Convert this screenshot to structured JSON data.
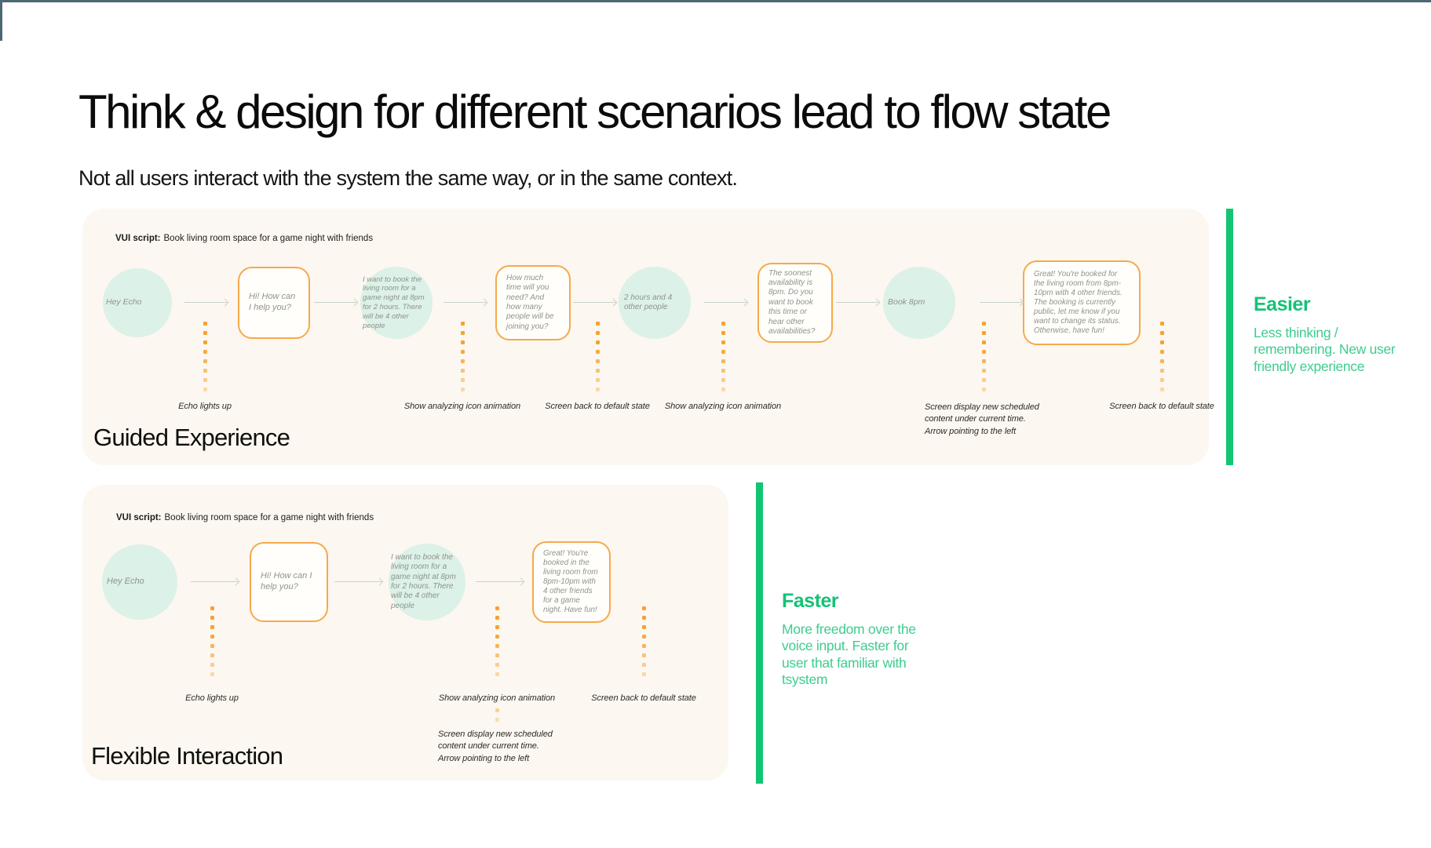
{
  "header": {
    "title": "Think & design for different scenarios lead to flow state",
    "subtitle": "Not all users interact with the system the same way, or in the same context."
  },
  "colors": {
    "accent_green_bar": "#12C573",
    "callout_heading_green": "#16C176",
    "callout_body_green": "#3ECC8E",
    "accent_orange": "#F6A22E",
    "system_box_border_orange": "#F6A94B",
    "user_circle_mint": "#DCF1E7",
    "panel_background": "#FCF7F0",
    "frame_edge": "#4C6873"
  },
  "panels": [
    {
      "title": "Guided Experience",
      "script_label": "VUI script:",
      "script_text": "Book living room space for a game night with friends",
      "nodes": [
        {
          "speaker": "user",
          "text": "Hey Echo"
        },
        {
          "speaker": "system",
          "text": "Hi! How can I help you?"
        },
        {
          "speaker": "user",
          "text": "I want to book the living room for a game night at 8pm for 2 hours. There will be 4 other people"
        },
        {
          "speaker": "system",
          "text": "How much time will you need? And how many people will be joining you?"
        },
        {
          "speaker": "user",
          "text": "2 hours and 4 other people"
        },
        {
          "speaker": "system",
          "text": "The soonest availability is 8pm. Do you want to book this time or hear other availabilities?"
        },
        {
          "speaker": "user",
          "text": "Book 8pm"
        },
        {
          "speaker": "system",
          "text": "Great! You're booked for the living room from 8pm-10pm with 4 other friends. The booking is currently public, let me know if you want to change its status. Otherwise, have fun!"
        }
      ],
      "annotations": [
        "Echo lights up",
        "Show analyzing icon animation",
        "Screen back to default state",
        "Show analyzing icon animation",
        "Screen display new scheduled content under current time. Arrow pointing to the left",
        "Screen back to default state"
      ]
    },
    {
      "title": "Flexible Interaction",
      "script_label": "VUI script:",
      "script_text": "Book living room space for a game night with friends",
      "nodes": [
        {
          "speaker": "user",
          "text": "Hey Echo"
        },
        {
          "speaker": "system",
          "text": "Hi! How can I help you?"
        },
        {
          "speaker": "user",
          "text": "I want to book the living room for a game night at 8pm for 2 hours. There will be 4 other people"
        },
        {
          "speaker": "system",
          "text": "Great! You're booked in the living room from 8pm-10pm with 4 other friends for a game night. Have fun!"
        }
      ],
      "annotations": [
        "Echo lights up",
        "Show analyzing icon animation",
        "Screen back to default state"
      ],
      "extra_annotation": "Screen display new scheduled content under current time. Arrow pointing to the left"
    }
  ],
  "callouts": [
    {
      "heading": "Easier",
      "body": "Less thinking / remembering. New user friendly experience"
    },
    {
      "heading": "Faster",
      "body": "More freedom over the voice input. Faster for user that familiar with tsystem"
    }
  ]
}
